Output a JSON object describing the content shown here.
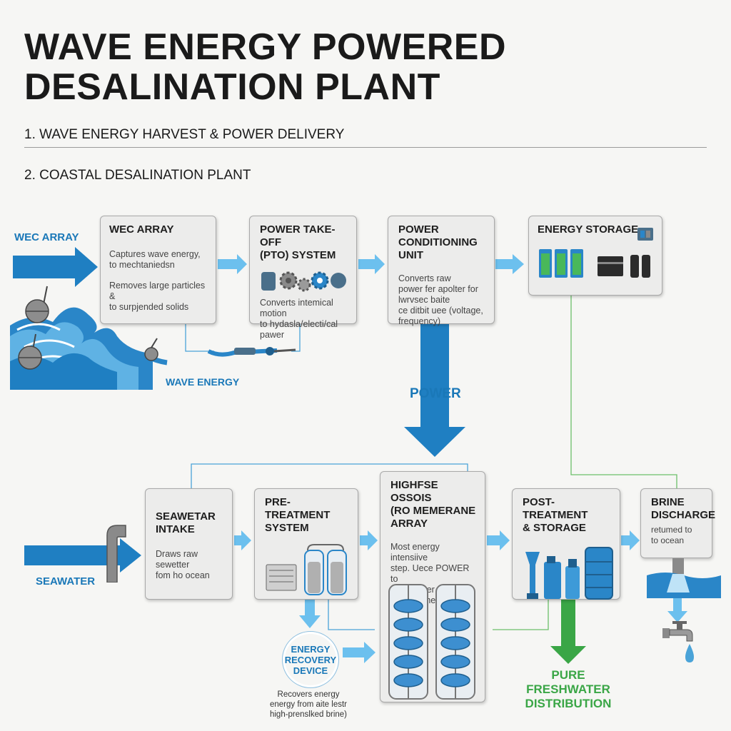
{
  "title": "WAVE ENERGY POWERED\nDESALINATION PLANT",
  "title_line1": "WAVE ENERGY POWERED",
  "title_line2": "DESALINATION PLANT",
  "sections": {
    "s1": "1. WAVE ENERGY HARVEST & POWER DELIVERY",
    "s2": "2. COASTAL DESALINATION PLANT"
  },
  "labels": {
    "wec_array": "WEC ARRAY",
    "wave_energy": "WAVE ENERGY",
    "power": "POWER",
    "seawater": "SEAWATER",
    "pure_freshwater": "PURE\nFRESHWATER\nDISTRIBUTION",
    "pure_line1": "PURE",
    "pure_line2": "FRESHWATER",
    "pure_line3": "DISTRIBUTION"
  },
  "boxes": {
    "wec": {
      "title": "WEC ARRAY",
      "desc1": "Captures wave energy,\nto mechtaniedsn",
      "desc2": "Removes large particles &\nto surpjended solids"
    },
    "pto": {
      "title": "POWER TAKE-OFF\n(PTO) SYSTEM",
      "desc": "Converts intemical motion\nto hydasla/electi/cal pawer"
    },
    "pcu": {
      "title": "POWER\nCONDITIONING UNIT",
      "desc": "Converts raw\npower fer apolter for\nlwrvsec baite\nce ditbit uee (voltage,\nfrequency)"
    },
    "storage": {
      "title": "ENERGY STORAGE"
    },
    "intake": {
      "title": "SEAWETAR\nINTAKE",
      "desc": "Draws raw sewetter\nfom ho ocean"
    },
    "pretreat": {
      "title": "PRE-TREATMENT\nSYSTEM"
    },
    "ro": {
      "title": "HIGHFSE OSSOIS\n(RO MEMERANE ARRAY",
      "desc": "Most energy intensiive\nstep. Uece POWER to\nforce water weter\nthrough menbanee"
    },
    "post": {
      "title": "POST-TREATMENT\n& STORAGE"
    },
    "brine": {
      "title": "BRINE\nDISCHARGE",
      "desc": "retumed to\nto ocean"
    }
  },
  "erd": {
    "title": "ENERGY\nRECOVERY\nDEVICE",
    "line1": "ENERGY",
    "line2": "RECOVERY",
    "line3": "DEVICE",
    "desc": "Recovers energy\nenergy from aite lestr\nhigh-prenslked brine)"
  },
  "colors": {
    "arrow_dark": "#1f7fc2",
    "arrow_light": "#6cc0ee",
    "green": "#3aa646",
    "line_blue": "#4aa3d8",
    "line_green": "#6cc06a"
  }
}
